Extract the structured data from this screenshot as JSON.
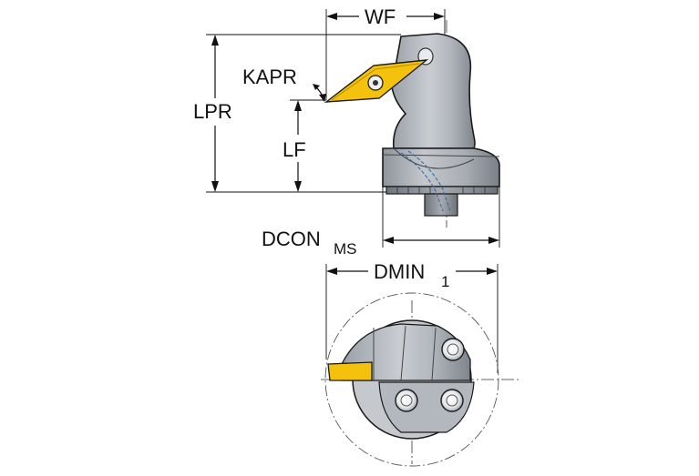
{
  "labels": {
    "wf": "WF",
    "kapr": "KAPR",
    "lpr": "LPR",
    "lf": "LF",
    "dcon": "DCON",
    "dcon_sub": "MS",
    "dmin": "DMIN",
    "dmin_sub": "1"
  },
  "colors": {
    "body_dark": "#8a8f96",
    "body_mid": "#b3b8be",
    "body_light": "#d6d9dd",
    "insert": "#f4c20d",
    "insert_edge": "#b88a00",
    "coolant": "#2f6fb0",
    "line": "#111111"
  }
}
